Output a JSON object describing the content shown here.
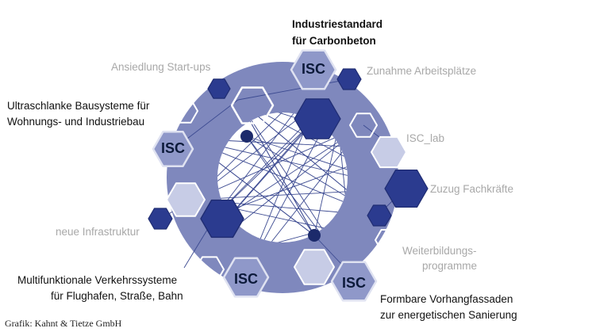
{
  "diagram": {
    "hub_label": "ISC",
    "labels": {
      "top": [
        "Industriestandard",
        "für Carbonbeton"
      ],
      "startups": "Ansiedlung Start-ups",
      "jobs": "Zunahme Arbeitsplätze",
      "bausysteme": [
        "Ultraschlanke Bausysteme für",
        "Wohnungs- und Industriebau"
      ],
      "isc_lab": "ISC_lab",
      "fachkraefte": "Zuzug Fachkräfte",
      "infrastruktur": "neue Infrastruktur",
      "weiterbildung": [
        "Weiterbildungs-",
        "programme"
      ],
      "verkehr": [
        "Multifunktionale Verkehrssysteme",
        "für Flughafen, Straße, Bahn"
      ],
      "fassaden": [
        "Formbare Vorhangfassaden",
        "zur energetischen Sanierung"
      ]
    },
    "credit": "Grafik: Kahnt & Tietze GmbH",
    "colors": {
      "ring": "#7f88bd",
      "dark": "#2b3b8f",
      "light": "#c7cce6",
      "edge": "#dfe2f1",
      "line": "#3c4a91",
      "gray_text": "#a8a8a8"
    }
  }
}
